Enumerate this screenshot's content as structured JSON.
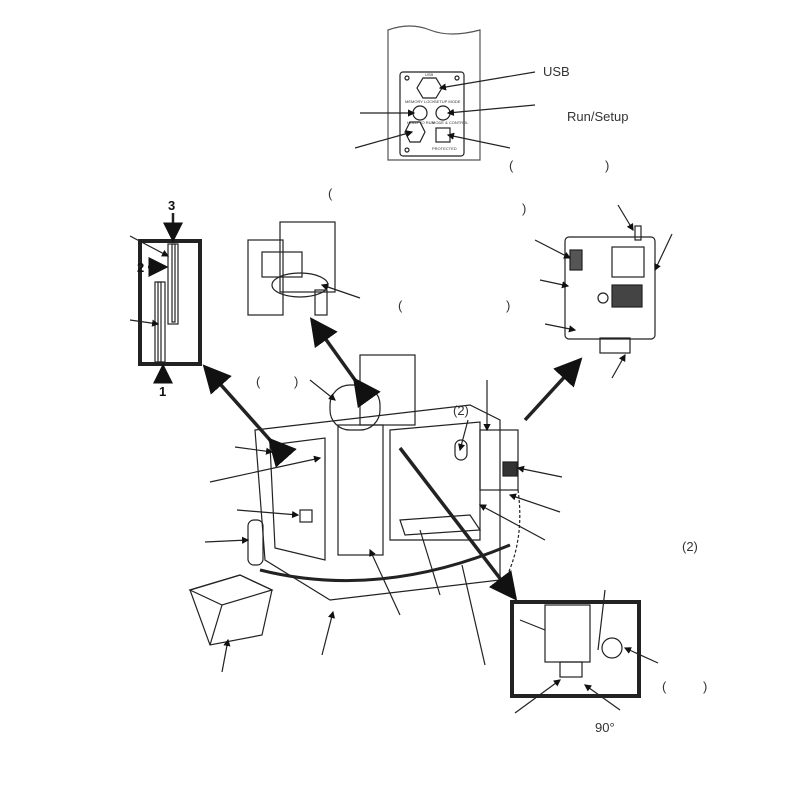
{
  "labels": {
    "usb": "USB",
    "run_setup": "Run/Setup",
    "paren_open_1": "(",
    "paren_close_1": ")",
    "paren_open_2": "(",
    "paren_close_2": ")",
    "paren_open_3": "(",
    "paren_close_3": ")",
    "paren_open_4": "(",
    "paren_close_4": ")",
    "paren_open_5": "(",
    "paren_close_5": ")",
    "count_coolant": "(2)",
    "count_right": "(2)",
    "angle": "90°"
  },
  "inset_numbers": {
    "n3": "3",
    "n2": "2",
    "n1": "1"
  },
  "panel": {
    "usb": "USB",
    "memory_lock": "MEMORY LOCK",
    "setup_mode": "SETUP MODE",
    "hold_to_run": "HOLD TO RUN",
    "mode": "MODE & CONTROL",
    "protected": "PROTECTED"
  }
}
